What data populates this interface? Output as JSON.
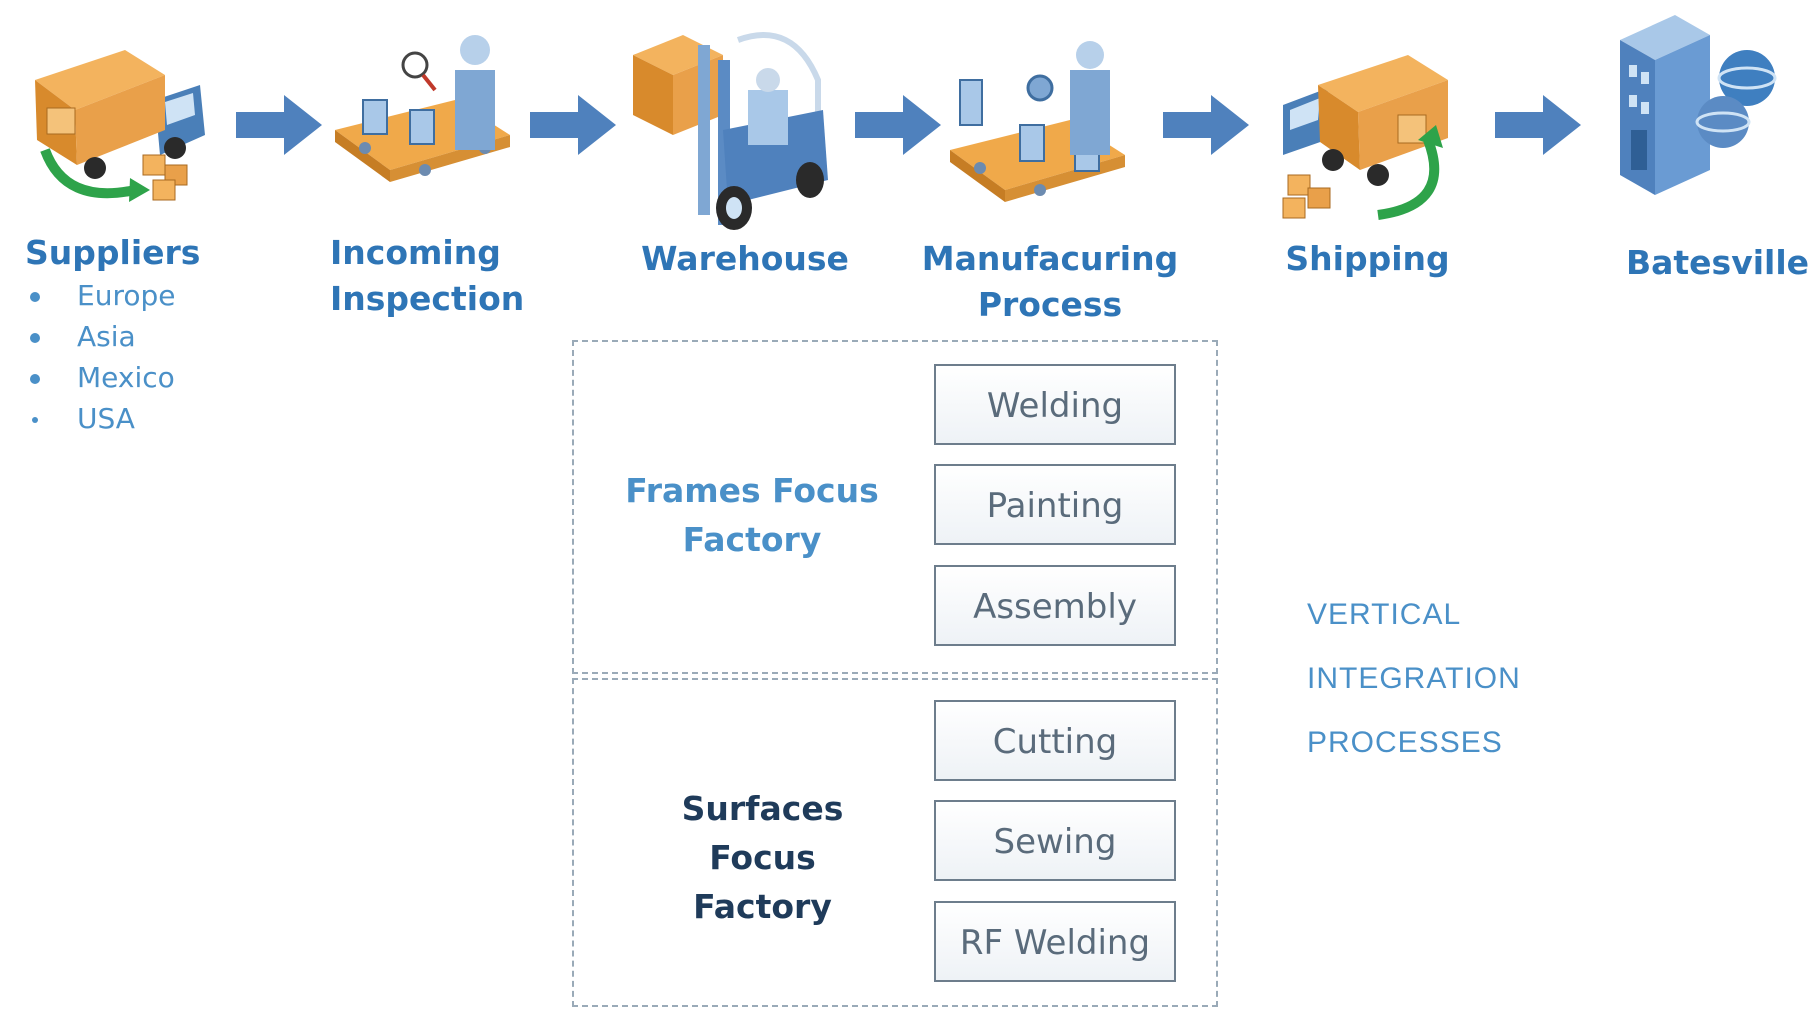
{
  "stages": [
    {
      "id": "suppliers",
      "label": "Suppliers",
      "icon": "delivery-truck-icon"
    },
    {
      "id": "incoming",
      "label": "Incoming\nInspection",
      "icon": "inspection-conveyor-icon"
    },
    {
      "id": "warehouse",
      "label": "Warehouse",
      "icon": "forklift-icon"
    },
    {
      "id": "manufacturing",
      "label": "Manufacuring\nProcess",
      "icon": "manufacturing-conveyor-icon"
    },
    {
      "id": "shipping",
      "label": "Shipping",
      "icon": "shipping-truck-icon"
    },
    {
      "id": "batesville",
      "label": "Batesville",
      "icon": "building-globe-icon"
    }
  ],
  "supplier_regions": [
    "Europe",
    "Asia",
    "Mexico",
    "USA"
  ],
  "factories": [
    {
      "label": "Frames Focus\nFactory",
      "color": "#4a90c8",
      "processes": [
        "Welding",
        "Painting",
        "Assembly"
      ]
    },
    {
      "label": "Surfaces Focus\nFactory",
      "color": "#1f3b5a",
      "processes": [
        "Cutting",
        "Sewing",
        "RF Welding"
      ]
    }
  ],
  "side_note": [
    "VERTICAL",
    "INTEGRATION",
    "PROCESSES"
  ],
  "colors": {
    "accent": "#2e75b6",
    "arrow": "#4f81bd",
    "box_border": "#6d7d8c",
    "dashed": "#9aaab8"
  }
}
